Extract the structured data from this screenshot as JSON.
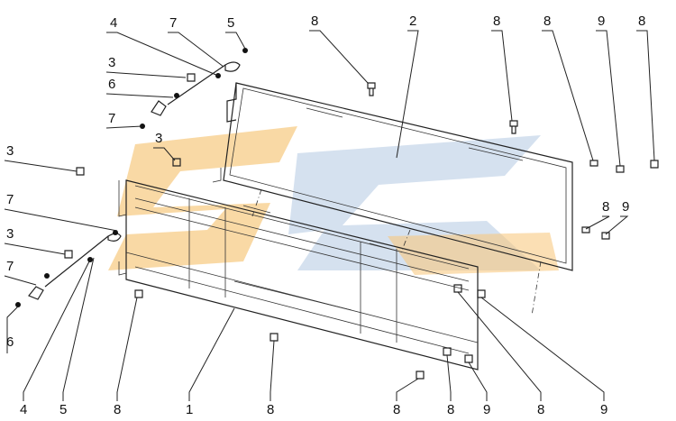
{
  "figure": {
    "description_type": "exploded-parts-diagram",
    "watermark_colors": {
      "orange": "#f6c06a",
      "blue": "#b9cde6"
    },
    "line_color": "#222222",
    "background": "#ffffff"
  },
  "callouts": [
    {
      "id": "c1",
      "label": "4"
    },
    {
      "id": "c2",
      "label": "7"
    },
    {
      "id": "c3",
      "label": "5"
    },
    {
      "id": "c4",
      "label": "8"
    },
    {
      "id": "c5",
      "label": "2"
    },
    {
      "id": "c6",
      "label": "8"
    },
    {
      "id": "c7",
      "label": "8"
    },
    {
      "id": "c8",
      "label": "9"
    },
    {
      "id": "c9",
      "label": "8"
    },
    {
      "id": "c10",
      "label": "3"
    },
    {
      "id": "c11",
      "label": "6"
    },
    {
      "id": "c12",
      "label": "7"
    },
    {
      "id": "c13",
      "label": "3"
    },
    {
      "id": "c14",
      "label": "3"
    },
    {
      "id": "c15",
      "label": "7"
    },
    {
      "id": "c16",
      "label": "3"
    },
    {
      "id": "c17",
      "label": "7"
    },
    {
      "id": "c18",
      "label": "6"
    },
    {
      "id": "c19",
      "label": "8"
    },
    {
      "id": "c20",
      "label": "9"
    },
    {
      "id": "c21",
      "label": "4"
    },
    {
      "id": "c22",
      "label": "5"
    },
    {
      "id": "c23",
      "label": "8"
    },
    {
      "id": "c24",
      "label": "1"
    },
    {
      "id": "c25",
      "label": "8"
    },
    {
      "id": "c26",
      "label": "8"
    },
    {
      "id": "c27",
      "label": "8"
    },
    {
      "id": "c28",
      "label": "9"
    },
    {
      "id": "c29",
      "label": "8"
    },
    {
      "id": "c30",
      "label": "9"
    }
  ]
}
